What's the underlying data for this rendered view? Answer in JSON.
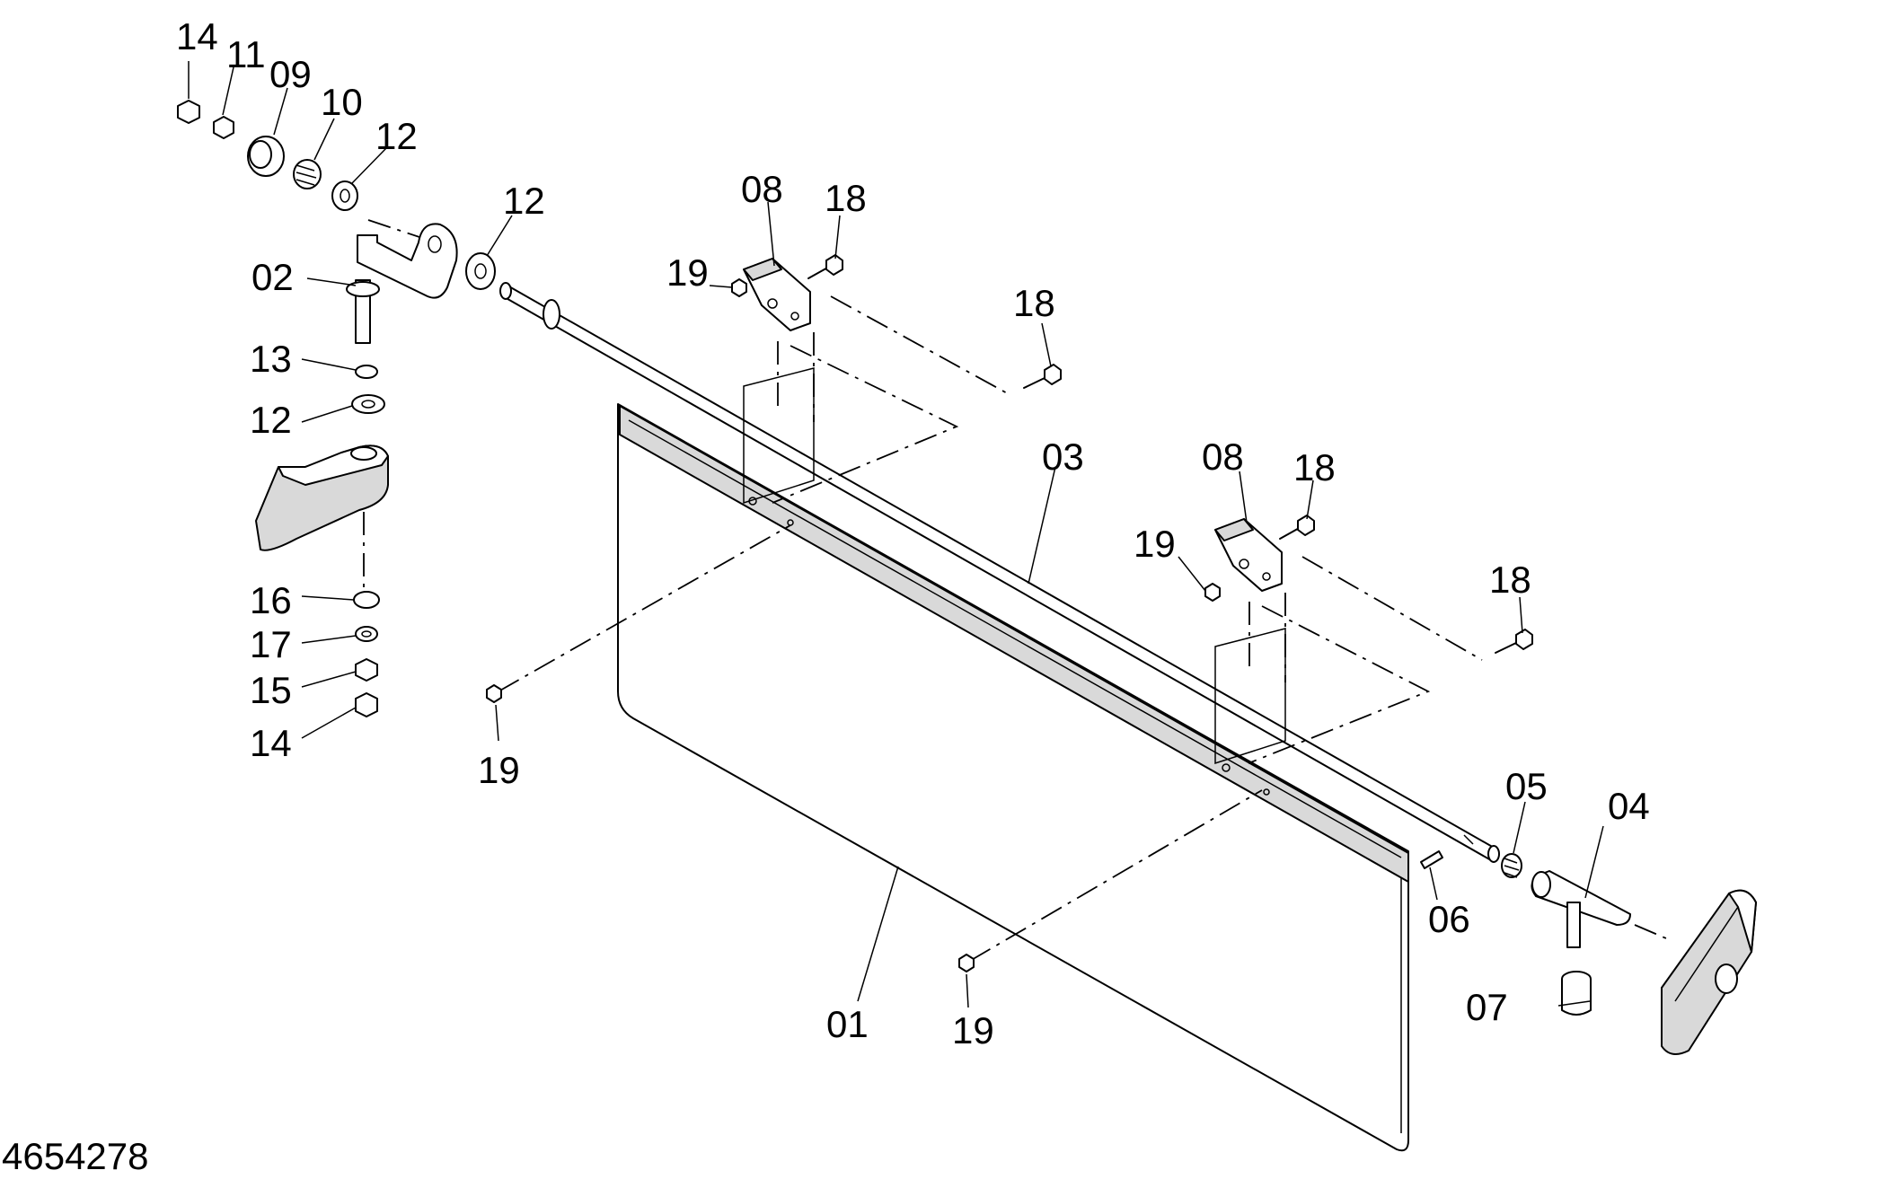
{
  "diagram": {
    "document_number": "4654278",
    "callouts": [
      {
        "id": "c-14a",
        "label": "14"
      },
      {
        "id": "c-11",
        "label": "11"
      },
      {
        "id": "c-09",
        "label": "09"
      },
      {
        "id": "c-10",
        "label": "10"
      },
      {
        "id": "c-12a",
        "label": "12"
      },
      {
        "id": "c-12b",
        "label": "12"
      },
      {
        "id": "c-02",
        "label": "02"
      },
      {
        "id": "c-13",
        "label": "13"
      },
      {
        "id": "c-12c",
        "label": "12"
      },
      {
        "id": "c-16",
        "label": "16"
      },
      {
        "id": "c-17",
        "label": "17"
      },
      {
        "id": "c-15",
        "label": "15"
      },
      {
        "id": "c-14b",
        "label": "14"
      },
      {
        "id": "c-19a",
        "label": "19"
      },
      {
        "id": "c-08a",
        "label": "08"
      },
      {
        "id": "c-18a",
        "label": "18"
      },
      {
        "id": "c-19b",
        "label": "19"
      },
      {
        "id": "c-18b",
        "label": "18"
      },
      {
        "id": "c-03",
        "label": "03"
      },
      {
        "id": "c-08b",
        "label": "08"
      },
      {
        "id": "c-18c",
        "label": "18"
      },
      {
        "id": "c-19c",
        "label": "19"
      },
      {
        "id": "c-18d",
        "label": "18"
      },
      {
        "id": "c-05",
        "label": "05"
      },
      {
        "id": "c-04",
        "label": "04"
      },
      {
        "id": "c-06",
        "label": "06"
      },
      {
        "id": "c-07",
        "label": "07"
      },
      {
        "id": "c-01",
        "label": "01"
      },
      {
        "id": "c-19d",
        "label": "19"
      }
    ]
  }
}
